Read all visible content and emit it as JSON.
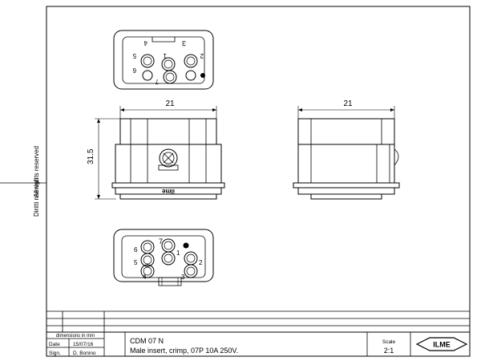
{
  "side_notes": {
    "rights_reserved": "All rights reserved",
    "diritti_riservati": "Diritti riservati"
  },
  "dimensions": {
    "width_front": "21",
    "width_side": "21",
    "height": "31.5"
  },
  "body_marking": "ilme",
  "top_view": {
    "pin_labels": [
      "4",
      "3",
      "5",
      "1",
      "2",
      "6",
      "7"
    ]
  },
  "bottom_view": {
    "pin_labels": [
      "7",
      "6",
      "1",
      "5",
      "2",
      "4",
      "3"
    ]
  },
  "title_block": {
    "units_note": "dimensions in mm",
    "date_label": "Date",
    "date_value": "15/07/16",
    "sign_label": "Sign.",
    "sign_value": "D. Bonino",
    "part_code": "CDM 07 N",
    "description": "Male insert, crimp, 07P 10A 250V.",
    "scale_label": "Scale",
    "scale_value": "2:1",
    "logo_text": "ILME"
  }
}
